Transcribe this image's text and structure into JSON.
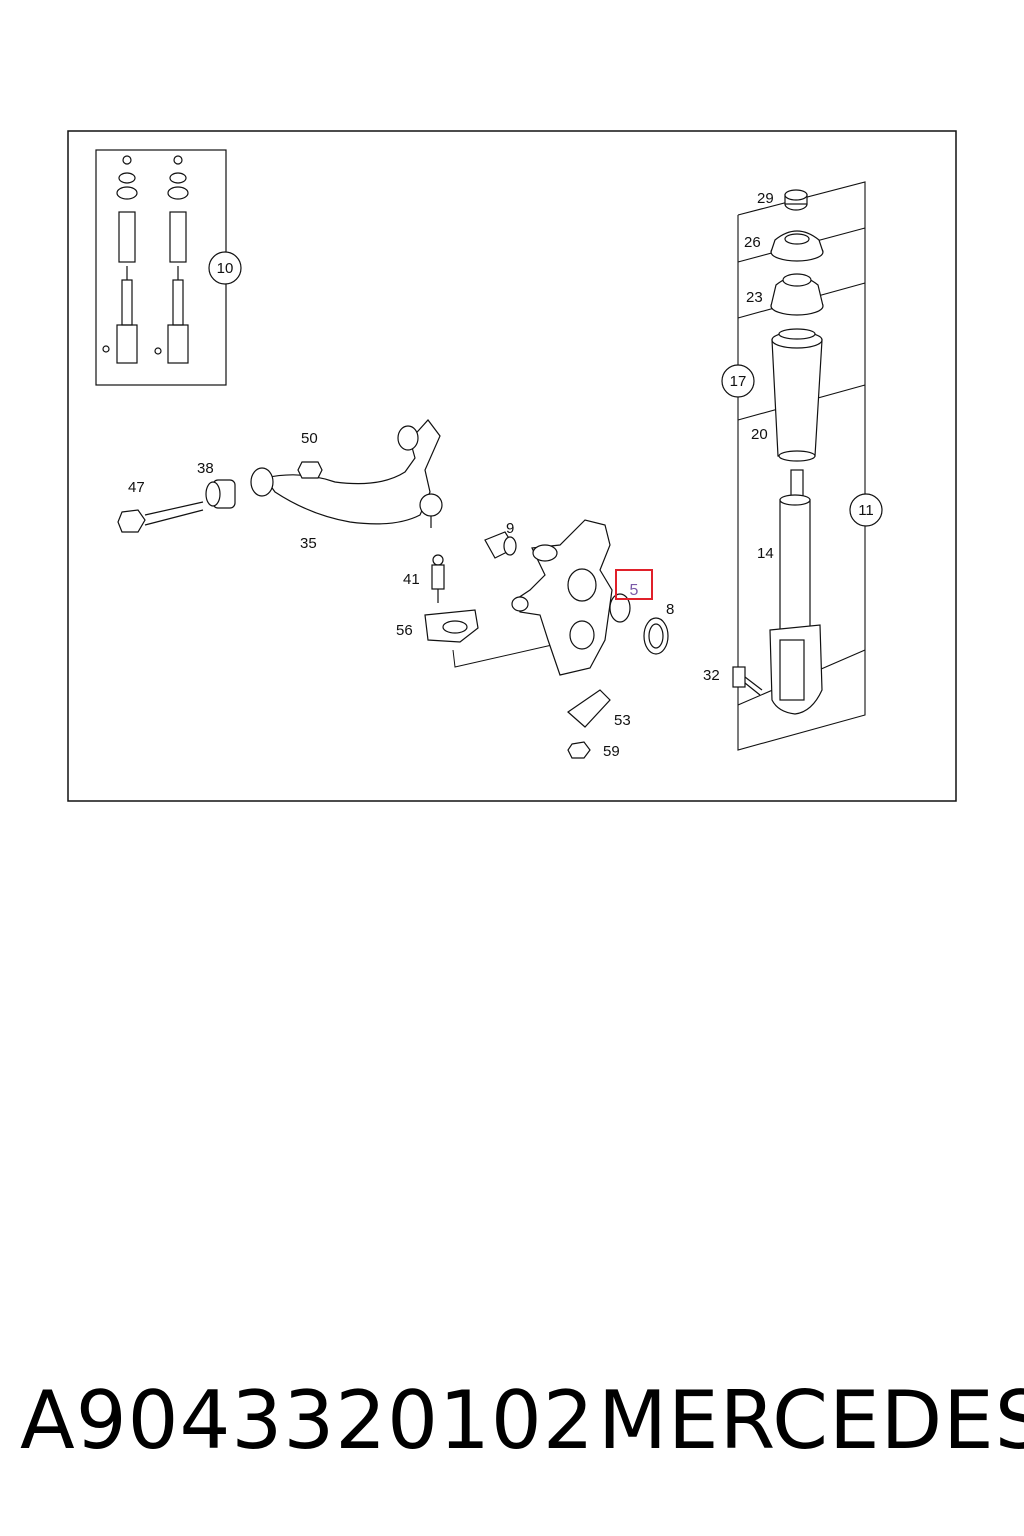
{
  "diagram": {
    "labels": {
      "l29": "29",
      "l26": "26",
      "l23": "23",
      "l17": "17",
      "l20": "20",
      "l14": "14",
      "l11": "11",
      "l32": "32",
      "l10": "10",
      "l50": "50",
      "l38": "38",
      "l47": "47",
      "l35": "35",
      "l9": "9",
      "l41": "41",
      "l5": "5",
      "l8": "8",
      "l56": "56",
      "l53": "53",
      "l59": "59"
    },
    "highlighted_part": "5",
    "highlight_color": "#e0202a"
  },
  "footer": {
    "part_number": "A9043320102",
    "brand": "MERCEDES"
  }
}
